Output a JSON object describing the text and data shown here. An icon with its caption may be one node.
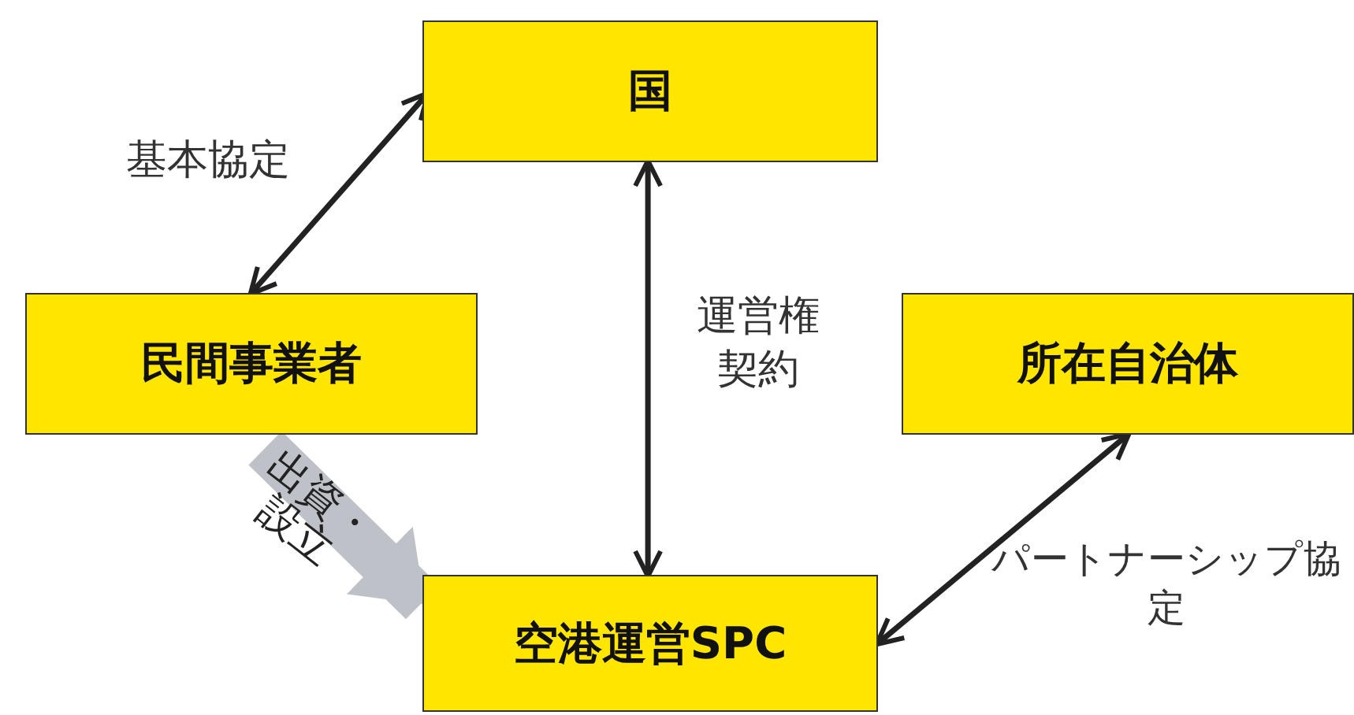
{
  "diagram": {
    "nodes": [
      {
        "text": [
          "国"
        ]
      },
      {
        "text": [
          "民間事業者"
        ]
      },
      {
        "text": [
          "所在自治体"
        ]
      },
      {
        "text": [
          "**空港運営**SPC"
        ]
      }
    ],
    "edges": [
      {
        "from": 1,
        "to": 0,
        "arrow": "both",
        "label": "基本協定"
      },
      {
        "from": 3,
        "to": 0,
        "arrow": "both",
        "label": "運営権契約"
      },
      {
        "from": 3,
        "to": 2,
        "arrow": "both",
        "label": "パートナーシップ協定"
      },
      {
        "from": 1,
        "to": 3,
        "arrow": "to",
        "label": "出資・設立",
        "style": "thick",
        "color": "#bfc1c8"
      }
    ]
  }
}
